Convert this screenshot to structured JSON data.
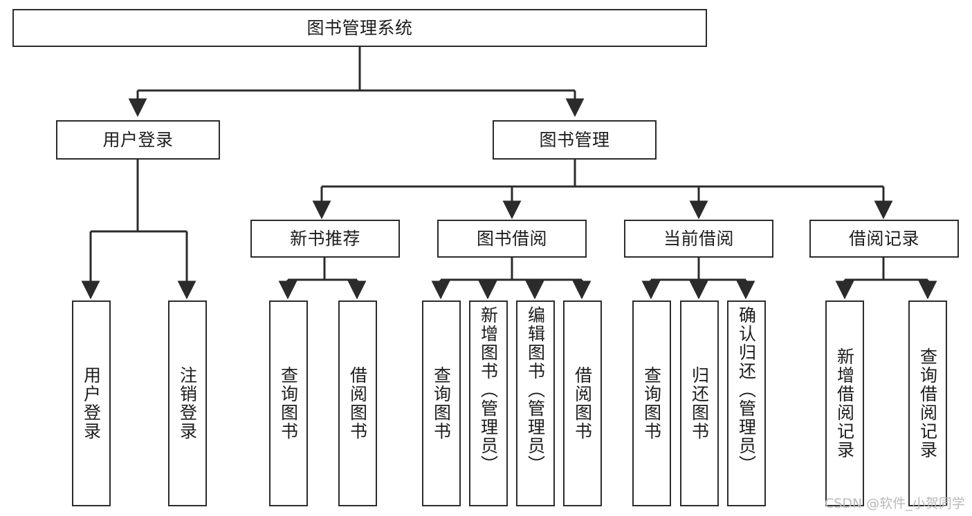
{
  "diagram": {
    "type": "hierarchy-tree",
    "title": "图书管理系统",
    "watermark": "CSDN @软件_小贺同学",
    "line_color": "#2b2b2b",
    "box_fill": "#ffffff",
    "watermark_color": "#b9b9b9"
  },
  "nodes": {
    "root": {
      "label": "图书管理系统"
    },
    "tier2": [
      {
        "label": "用户登录"
      },
      {
        "label": "图书管理"
      }
    ],
    "tier3": [
      {
        "label": "新书推荐"
      },
      {
        "label": "图书借阅"
      },
      {
        "label": "当前借阅"
      },
      {
        "label": "借阅记录"
      }
    ],
    "leaves": {
      "user_login": [
        {
          "label": "用户登录"
        },
        {
          "label": "注销登录"
        }
      ],
      "new_book": [
        {
          "label": "查询图书"
        },
        {
          "label": "借阅图书"
        }
      ],
      "borrow": [
        {
          "label": "查询图书"
        },
        {
          "label": "新增图书（管理员）"
        },
        {
          "label": "编辑图书（管理员）"
        },
        {
          "label": "借阅图书"
        }
      ],
      "current": [
        {
          "label": "查询图书"
        },
        {
          "label": "归还图书"
        },
        {
          "label": "确认归还（管理员）"
        }
      ],
      "records": [
        {
          "label": "新增借阅记录"
        },
        {
          "label": "查询借阅记录"
        }
      ]
    }
  }
}
